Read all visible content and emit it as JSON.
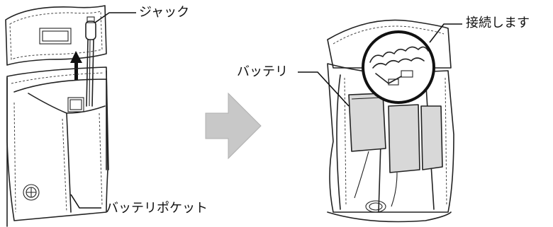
{
  "labels": {
    "jack": "ジャック",
    "connect": "接続します",
    "battery": "バッテリ",
    "battery_pocket": "バッテリポケット"
  },
  "colors": {
    "line": "#222222",
    "arrow_gray": "#c8c8c8",
    "pocket_shade": "#d8d8d8"
  },
  "icons": {
    "direction_arrow": "right-arrow-icon",
    "pull_arrow": "up-arrow-icon"
  }
}
